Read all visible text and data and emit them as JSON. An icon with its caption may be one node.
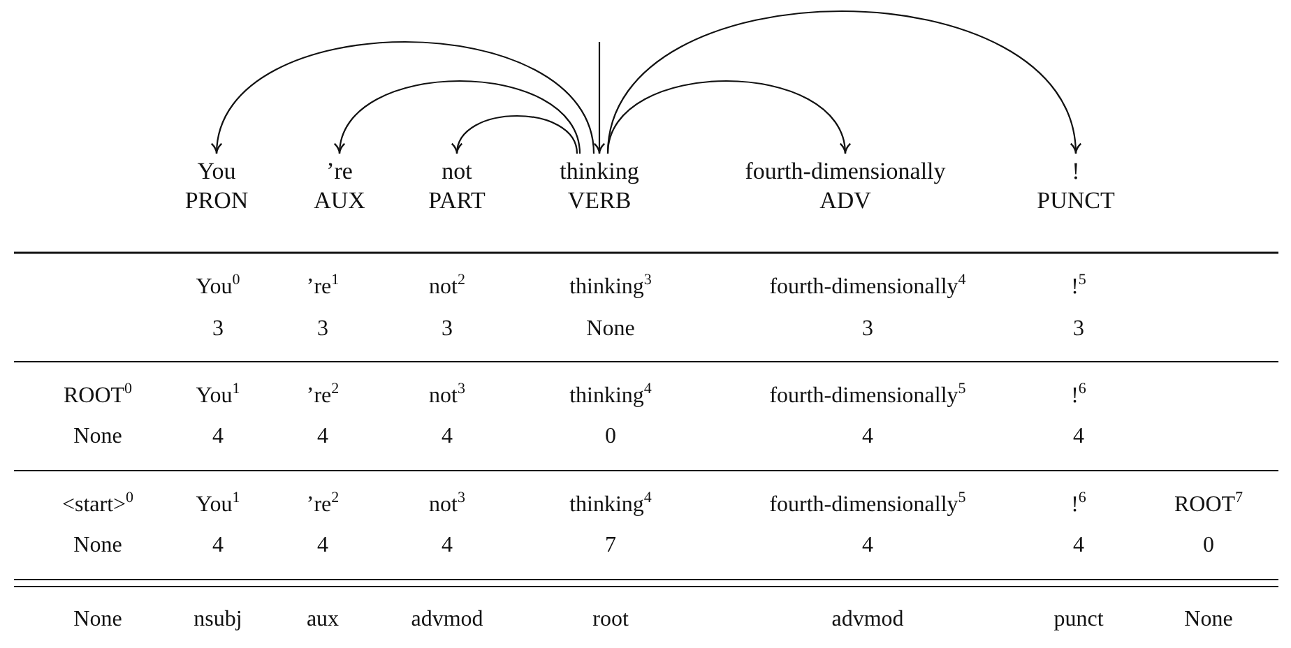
{
  "diagram": {
    "nodes": [
      {
        "text": [
          "You",
          "PRON"
        ]
      },
      {
        "text": [
          "’re",
          "AUX"
        ]
      },
      {
        "text": [
          "not",
          "PART"
        ]
      },
      {
        "text": [
          "thinking",
          "VERB"
        ]
      },
      {
        "text": [
          "fourth-dimensionally",
          "ADV"
        ]
      },
      {
        "text": [
          "!",
          "PUNCT"
        ]
      }
    ],
    "edges": [
      {
        "from": 3,
        "to": 0,
        "arrow": "to"
      },
      {
        "from": 3,
        "to": 1,
        "arrow": "to"
      },
      {
        "from": 3,
        "to": 2,
        "arrow": "to"
      },
      {
        "from": null,
        "to": 3,
        "arrow": "to"
      },
      {
        "from": 3,
        "to": 4,
        "arrow": "to"
      },
      {
        "from": 3,
        "to": 5,
        "arrow": "to"
      }
    ],
    "labels": [
      "You$^{0}$",
      "’re$^{1}$",
      "not$^{2}$",
      "thinking$^{3}$",
      "fourth-dimensionally$^{4}$",
      "!$^{5}$",
      "3",
      "3",
      "3",
      "None",
      "3",
      "3",
      "ROOT$^{0}$",
      "You$^{1}$",
      "’re$^{2}$",
      "not$^{3}$",
      "thinking$^{4}$",
      "fourth-dimensionally$^{5}$",
      "!$^{6}$",
      "None",
      "4",
      "4",
      "4",
      "0",
      "4",
      "4",
      "<start>$^{0}$",
      "You$^{1}$",
      "’re$^{2}$",
      "not$^{3}$",
      "thinking$^{4}$",
      "fourth-dimensionally$^{5}$",
      "!$^{6}$",
      "ROOT$^{7}$",
      "None",
      "4",
      "4",
      "4",
      "7",
      "4",
      "4",
      "0",
      "None",
      "nsubj",
      "aux",
      "advmod",
      "root",
      "advmod",
      "punct",
      "None"
    ]
  }
}
